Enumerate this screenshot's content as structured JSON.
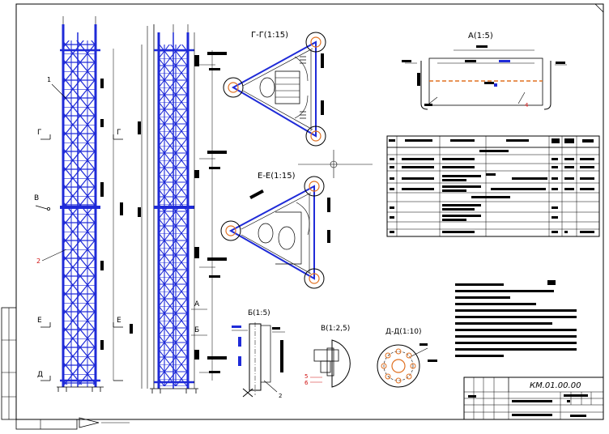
{
  "views": {
    "section_g": "Г-Г(1:15)",
    "section_e": "Е-Е(1:15)",
    "detail_a": "А(1:5)",
    "detail_b": "Б(1:5)",
    "detail_v": "В(1:2,5)",
    "section_d": "Д-Д(1:10)"
  },
  "cut_marks": {
    "g": "Г",
    "e": "Е",
    "d": "Д",
    "v": "В",
    "a": "А",
    "b": "Б"
  },
  "callouts": {
    "one": "1",
    "two": "2",
    "four": "4",
    "five": "5",
    "six": "6"
  },
  "title_block": {
    "designation": "КМ.01.00.00"
  },
  "colors": {
    "tower": "#1f2bd8",
    "line": "#000000",
    "accent": "#e07020",
    "red": "#d01010"
  }
}
